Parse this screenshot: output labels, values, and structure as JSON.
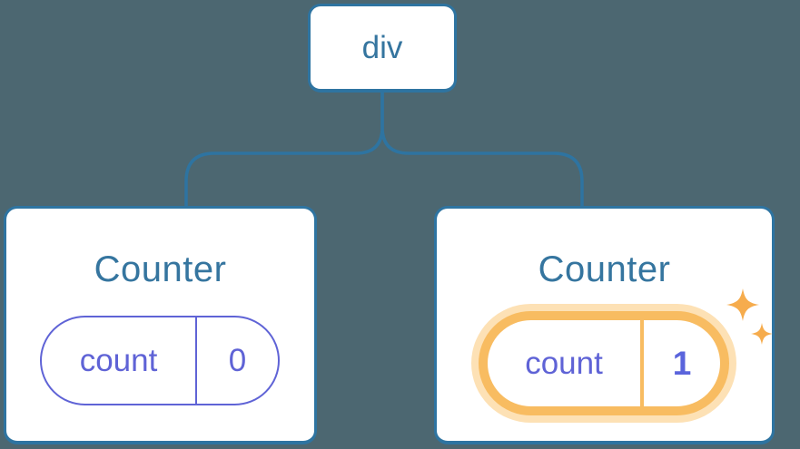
{
  "diagram": {
    "root": {
      "label": "div"
    },
    "children": [
      {
        "title": "Counter",
        "state": {
          "key": "count",
          "value": "0"
        },
        "highlighted": false
      },
      {
        "title": "Counter",
        "state": {
          "key": "count",
          "value": "1"
        },
        "highlighted": true
      }
    ]
  },
  "colors": {
    "background": "#4C6771",
    "node_border_blue": "#2E74A1",
    "text_blue": "#35759F",
    "state_purple": "#5F63D6",
    "highlight_orange": "#F8BC61",
    "highlight_halo": "#FDE1B5",
    "sparkle_orange": "#F6AC4D",
    "card_fill": "#FFFFFF"
  },
  "icons": {
    "sparkles": "four-point-sparkles"
  }
}
